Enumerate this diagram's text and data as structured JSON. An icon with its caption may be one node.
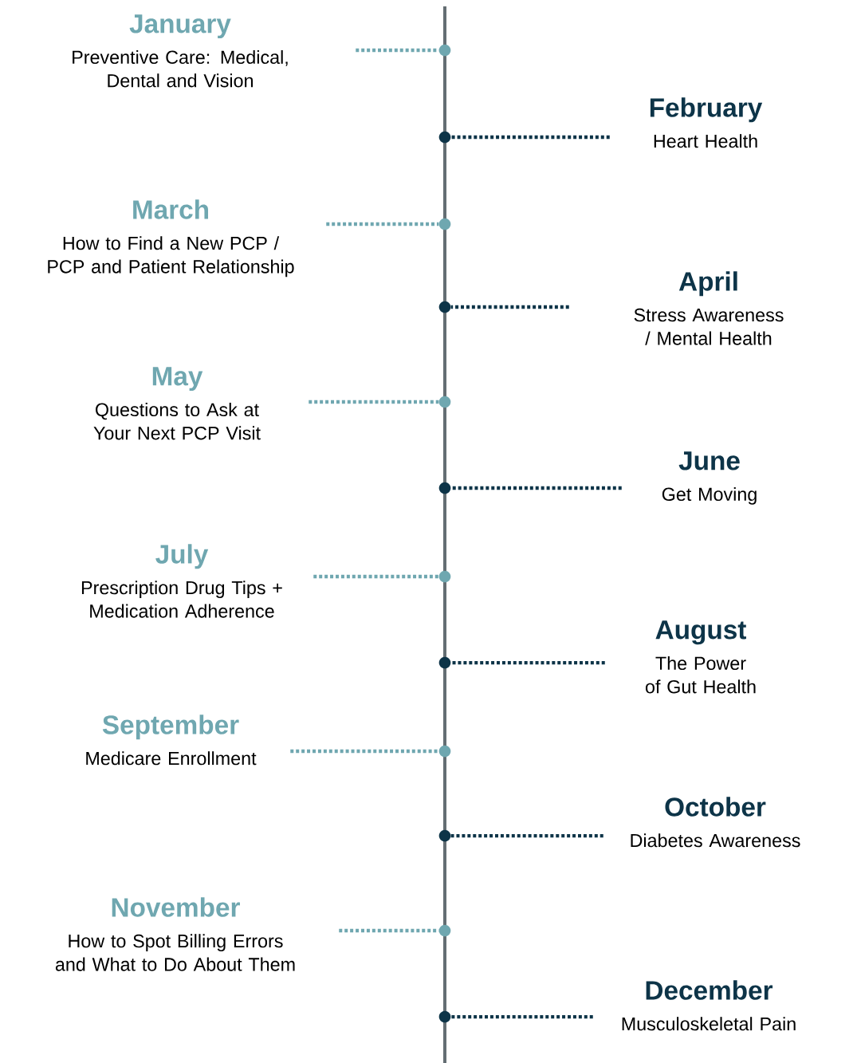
{
  "diagram": {
    "nodes": [
      {
        "text": [
          "January",
          "Preventive Care: Medical, Dental and Vision"
        ]
      },
      {
        "text": [
          "February",
          "Heart Health"
        ]
      },
      {
        "text": [
          "March",
          "How to Find a New PCP / PCP and Patient Relationship"
        ]
      },
      {
        "text": [
          "April",
          "Stress Awareness / Mental Health"
        ]
      },
      {
        "text": [
          "May",
          "Questions to Ask at Your Next PCP Visit"
        ]
      },
      {
        "text": [
          "June",
          "Get Moving"
        ]
      },
      {
        "text": [
          "July",
          "Prescription Drug Tips + Medication Adherence"
        ]
      },
      {
        "text": [
          "August",
          "The Power of Gut Health"
        ]
      },
      {
        "text": [
          "September",
          "Medicare Enrollment"
        ]
      },
      {
        "text": [
          "October",
          "Diabetes Awareness"
        ]
      },
      {
        "text": [
          "November",
          "How to Spot Billing Errors and What to Do About Them"
        ]
      },
      {
        "text": [
          "December",
          "Musculoskeletal Pain"
        ]
      },
      {
        "text": [],
        "shape": "circle"
      },
      {
        "text": [],
        "shape": "circle"
      },
      {
        "text": [],
        "shape": "circle"
      },
      {
        "text": [],
        "shape": "circle"
      },
      {
        "text": [],
        "shape": "circle"
      },
      {
        "text": [],
        "shape": "circle"
      },
      {
        "text": [],
        "shape": "circle"
      },
      {
        "text": [],
        "shape": "circle"
      },
      {
        "text": [],
        "shape": "circle"
      },
      {
        "text": [],
        "shape": "circle"
      },
      {
        "text": [],
        "shape": "circle"
      },
      {
        "text": [],
        "shape": "circle"
      }
    ],
    "edges": [
      {
        "from": 0,
        "to": 12,
        "arrow": "none",
        "style": "dashed",
        "color": "#6fa7b0"
      },
      {
        "from": 1,
        "to": 13,
        "arrow": "none",
        "style": "dashed",
        "color": "#0d3448"
      },
      {
        "from": 2,
        "to": 14,
        "arrow": "none",
        "style": "dashed",
        "color": "#6fa7b0"
      },
      {
        "from": 3,
        "to": 15,
        "arrow": "none",
        "style": "dashed",
        "color": "#0d3448"
      },
      {
        "from": 4,
        "to": 16,
        "arrow": "none",
        "style": "dashed",
        "color": "#6fa7b0"
      },
      {
        "from": 5,
        "to": 17,
        "arrow": "none",
        "style": "dashed",
        "color": "#0d3448"
      },
      {
        "from": 6,
        "to": 18,
        "arrow": "none",
        "style": "dashed",
        "color": "#6fa7b0"
      },
      {
        "from": 7,
        "to": 19,
        "arrow": "none",
        "style": "dashed",
        "color": "#0d3448"
      },
      {
        "from": 8,
        "to": 20,
        "arrow": "none",
        "style": "dashed",
        "color": "#6fa7b0"
      },
      {
        "from": 9,
        "to": 21,
        "arrow": "none",
        "style": "dashed",
        "color": "#0d3448"
      },
      {
        "from": 10,
        "to": 22,
        "arrow": "none",
        "style": "dashed",
        "color": "#6fa7b0"
      },
      {
        "from": 11,
        "to": 23,
        "arrow": "none",
        "style": "dashed",
        "color": "#0d3448"
      }
    ]
  }
}
